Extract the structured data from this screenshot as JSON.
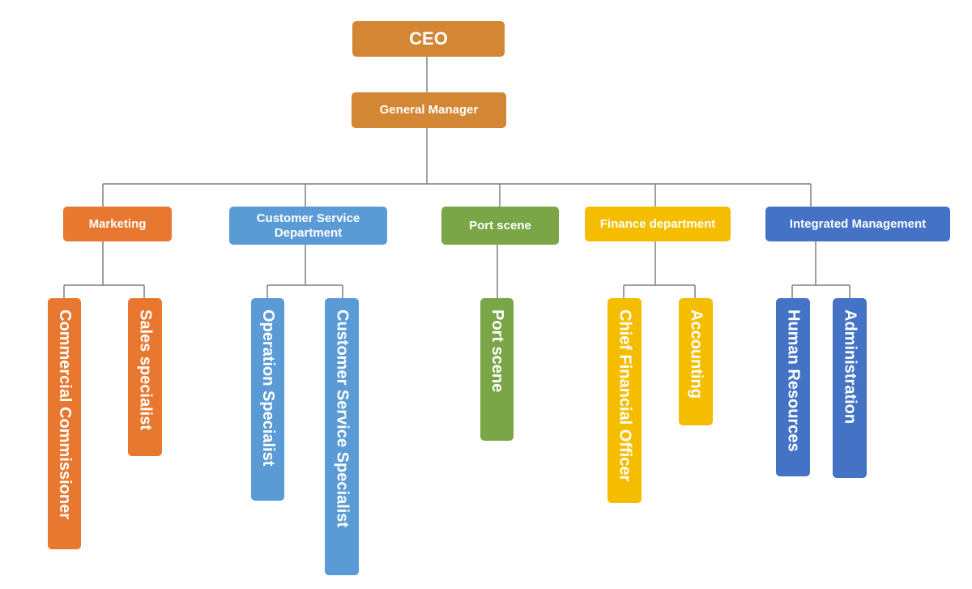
{
  "diagram": {
    "ceo": "CEO",
    "general_manager": "General Manager",
    "departments": {
      "marketing": "Marketing",
      "customer_service": "Customer Service Department",
      "port_scene": "Port scene",
      "finance": "Finance department",
      "integrated": "Integrated Management"
    },
    "roles": {
      "commercial_commissioner": "Commercial Commissioner",
      "sales_specialist": "Sales specialist",
      "operation_specialist": "Operation Specialist",
      "customer_service_specialist": "Customer Service Specialist",
      "port_scene": "Port scene",
      "chief_financial_officer": "Chief Financial Officer",
      "accounting": "Accounting",
      "human_resources": "Human Resources",
      "administration": "Administration"
    }
  },
  "colors": {
    "top": "#d38734",
    "marketing": "#e8772f",
    "customer_service": "#5b9bd5",
    "port_scene": "#7aa648",
    "finance": "#f4bd00",
    "integrated": "#4472c4",
    "connector": "#7f7f7f"
  }
}
